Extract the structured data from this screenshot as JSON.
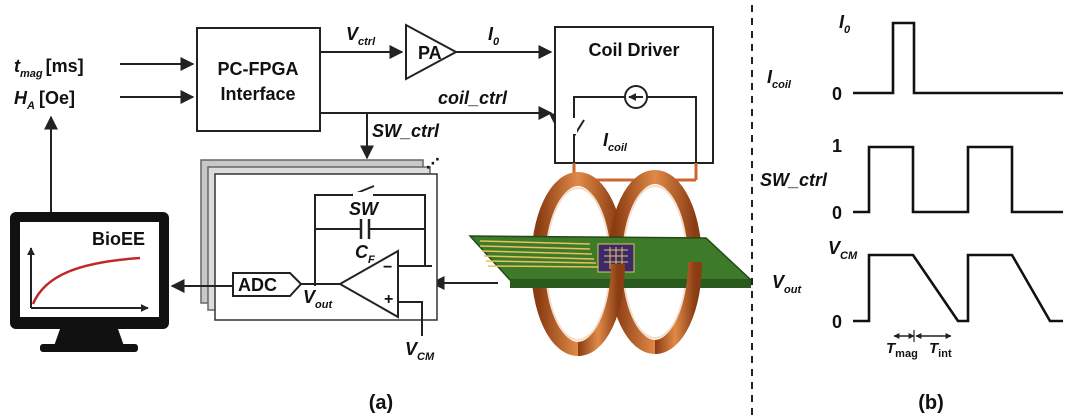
{
  "inputs": {
    "t_mag": {
      "main": "t",
      "sub": "mag",
      "unit": "[ms]"
    },
    "h_a": {
      "main": "H",
      "sub": "A",
      "unit": "[Oe]"
    }
  },
  "blocks": {
    "pc_fpga_line1": "PC-FPGA",
    "pc_fpga_line2": "Interface",
    "pa": "PA",
    "coil_driver": "Coil Driver",
    "adc": "ADC",
    "bioee": "BioEE"
  },
  "signals": {
    "v_ctrl": {
      "main": "V",
      "sub": "ctrl"
    },
    "i0": {
      "main": "I",
      "sub": "0"
    },
    "coil_ctrl": "coil_ctrl",
    "sw_ctrl": "SW_ctrl",
    "i_coil": {
      "main": "I",
      "sub": "coil"
    },
    "sw": "SW",
    "c_f": {
      "main": "C",
      "sub": "F"
    },
    "v_out": {
      "main": "V",
      "sub": "out"
    },
    "v_cm": {
      "main": "V",
      "sub": "CM"
    },
    "opamp_minus": "−",
    "opamp_plus": "+"
  },
  "timing": {
    "i_coil_axis": {
      "main": "I",
      "sub": "coil"
    },
    "i_coil_top": {
      "main": "I",
      "sub": "0"
    },
    "i_coil_zero": "0",
    "sw_axis": "SW_ctrl",
    "sw_top": "1",
    "sw_zero": "0",
    "vout_axis": {
      "main": "V",
      "sub": "out"
    },
    "vout_top": {
      "main": "V",
      "sub": "CM"
    },
    "vout_zero": "0",
    "t_mag": {
      "main": "T",
      "sub": "mag"
    },
    "t_int": {
      "main": "T",
      "sub": "int"
    }
  },
  "captions": {
    "a": "(a)",
    "b": "(b)"
  },
  "colors": {
    "coil": "#c9682a",
    "board": "#3d7a2a",
    "trace": "#e8c25a",
    "monitor": "#111111",
    "curve": "#c0282a"
  }
}
